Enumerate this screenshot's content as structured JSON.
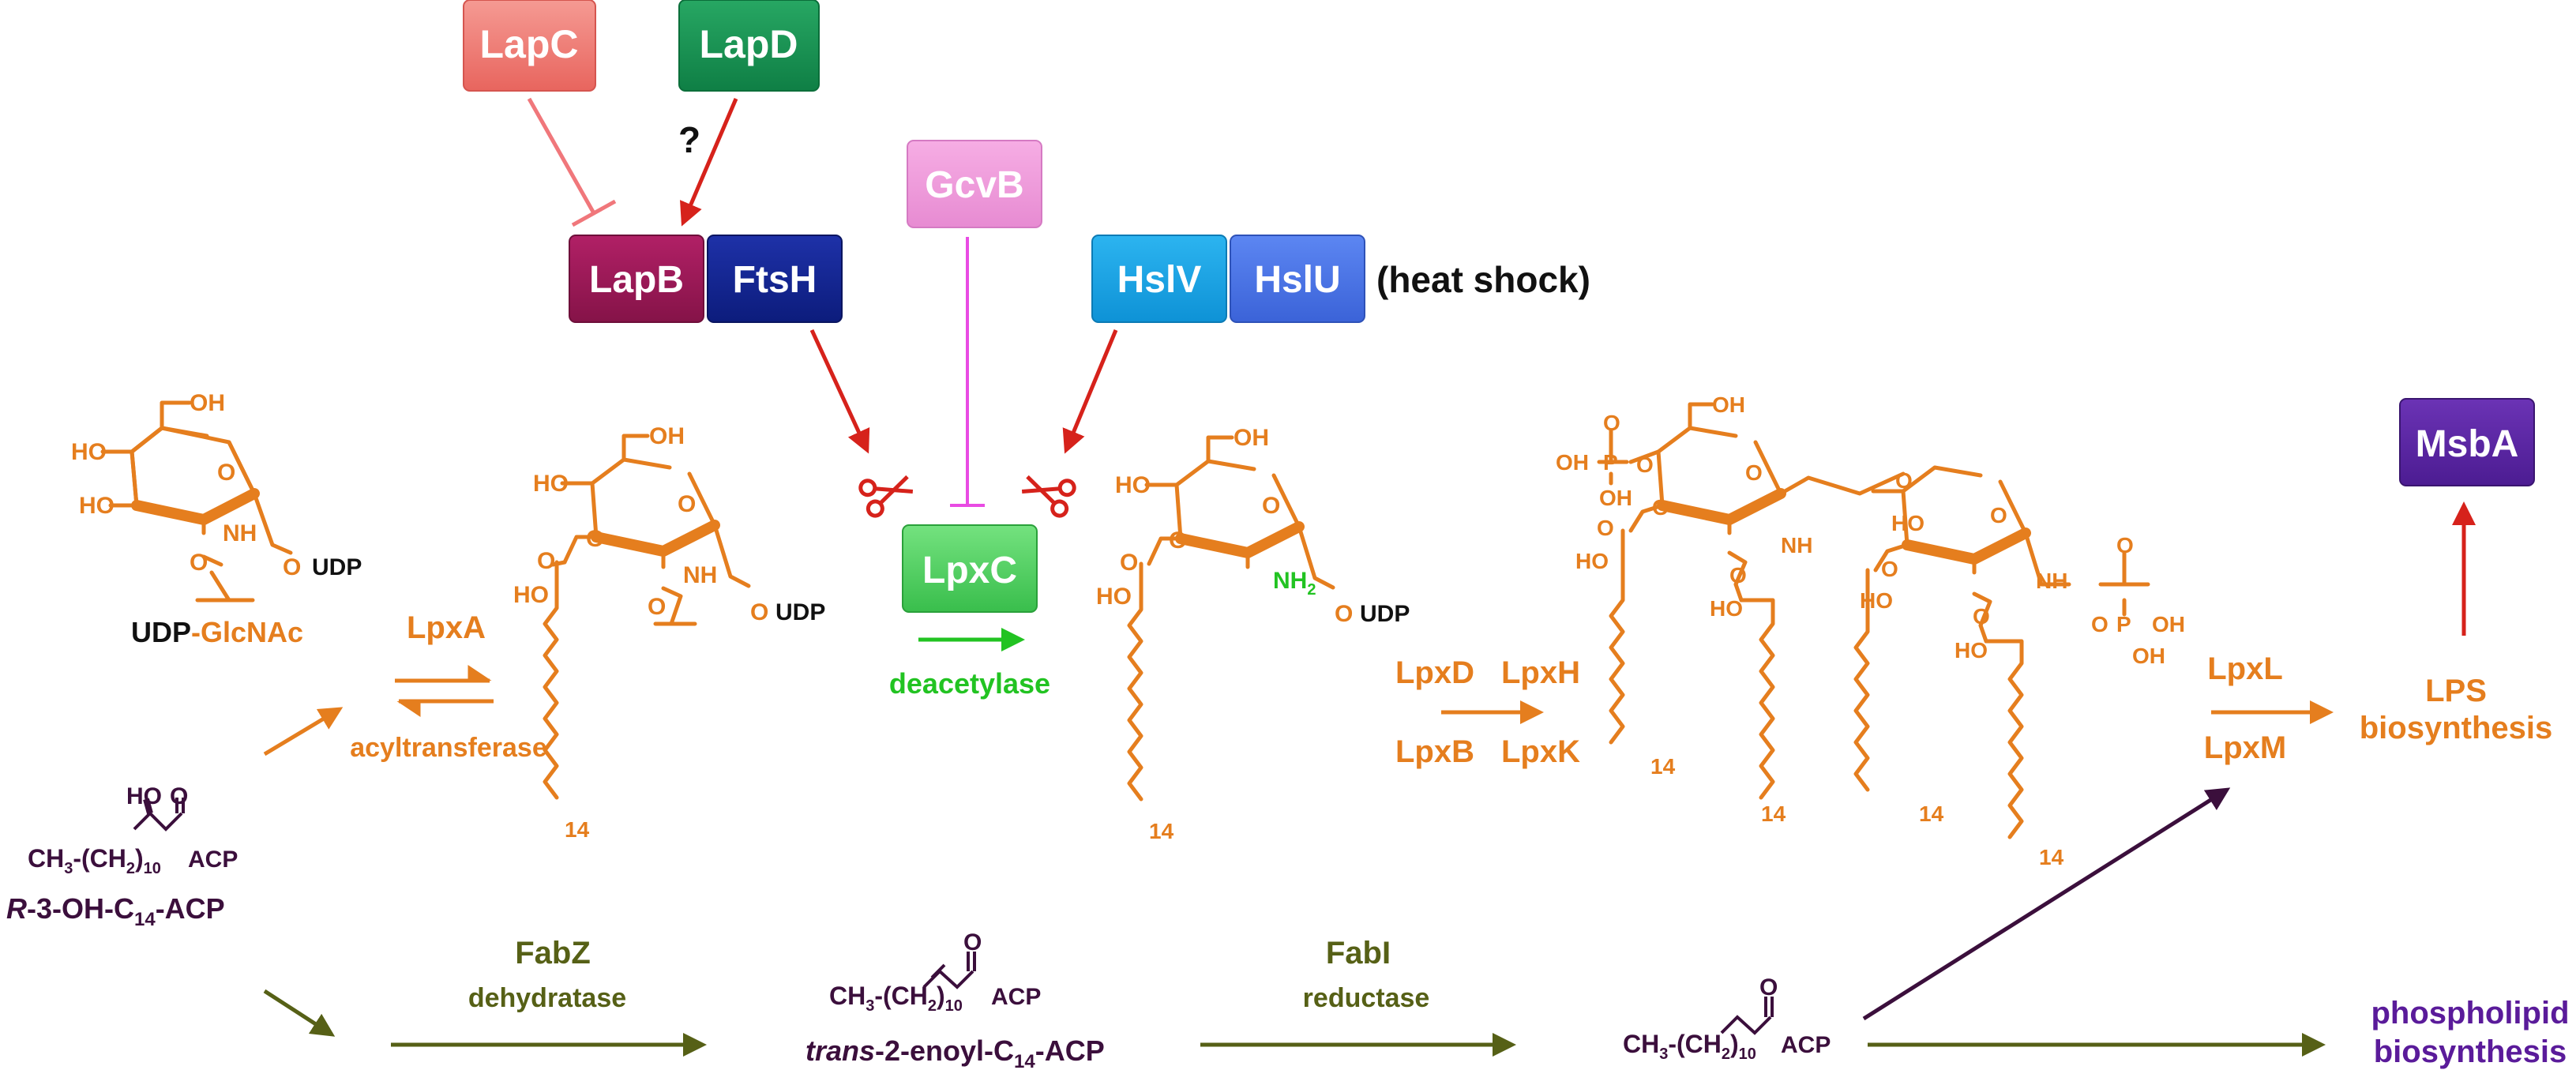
{
  "colors": {
    "orange": "#E57E1E",
    "dark_purple": "#3B0F3C",
    "olive": "#566016",
    "green": "#22C322",
    "red": "#D6221B",
    "magenta": "#E94BE3",
    "pink_line": "#F0777B",
    "violet_text": "#5A1B9A"
  },
  "regulators": {
    "lapc": "LapC",
    "lapd": "LapD",
    "question": "?",
    "lapb": "LapB",
    "ftsh": "FtsH",
    "gcvb": "GcvB",
    "hslv": "HslV",
    "hslu": "HslU",
    "heat_shock": "(heat shock)",
    "lpxc": "LpxC",
    "deacetylase": "deacetylase"
  },
  "molecules": {
    "udp_prefix": "UDP",
    "glcnac": "-GlcNAc",
    "udp": "UDP",
    "oh": "OH",
    "ho": "HO",
    "nh": "NH",
    "nh2": "NH",
    "nh2_sub": "2",
    "o_eq": "O",
    "o": "O",
    "p": "P",
    "chain_14": "14",
    "acp": "ACP",
    "ch3": "CH",
    "ch3_sub": "3",
    "ch2_mid": "-(CH",
    "ch2_sub": "2",
    "ch2_close": ")",
    "ch2_count": "10",
    "r3_prefix": "R",
    "r3_mid": "-3-OH-C",
    "r3_sub": "14",
    "r3_suffix": "-ACP",
    "trans_prefix": "trans",
    "trans_mid": "-2-enoyl-C",
    "trans_sub": "14",
    "trans_suffix": "-ACP"
  },
  "enzymes": {
    "lpxa": "LpxA",
    "acyltransferase": "acyltransferase",
    "lpxd": "LpxD",
    "lpxh": "LpxH",
    "lpxb": "LpxB",
    "lpxk": "LpxK",
    "lpxl": "LpxL",
    "lpxm": "LpxM",
    "lps": "LPS",
    "biosynthesis": "biosynthesis",
    "msba": "MsbA",
    "fabz": "FabZ",
    "dehydratase": "dehydratase",
    "fabi": "FabI",
    "reductase": "reductase",
    "phospholipid": "phospholipid",
    "phospholipid_biosynthesis": "biosynthesis"
  }
}
